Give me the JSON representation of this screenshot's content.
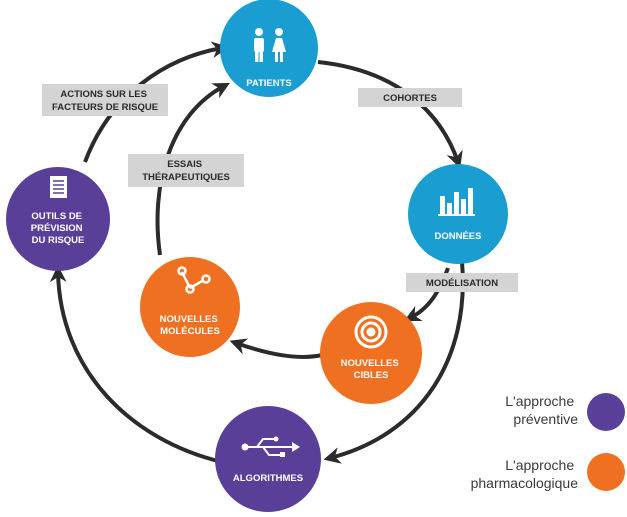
{
  "colors": {
    "blue": "#1a9dd0",
    "purple": "#5a3f99",
    "orange": "#f07021",
    "arrow": "#2b2b2b",
    "tag_bg": "#d4d4d4"
  },
  "nodes": {
    "patients": {
      "label": [
        "PATIENTS"
      ],
      "icon": "people-icon"
    },
    "donnees": {
      "label": [
        "DONNÉES"
      ],
      "icon": "bar-chart-icon"
    },
    "nouvelles_cibles": {
      "label": [
        "NOUVELLES",
        "CIBLES"
      ],
      "icon": "target-icon"
    },
    "algorithmes": {
      "label": [
        "ALGORITHMES"
      ],
      "icon": "usb-icon"
    },
    "outils_prevision": {
      "label": [
        "OUTILS DE",
        "PRÉVISION",
        "DU RISQUE"
      ],
      "icon": "document-icon"
    },
    "nouvelles_molecules": {
      "label": [
        "NOUVELLES",
        "MOLÉCULES"
      ],
      "icon": "molecule-icon"
    }
  },
  "tags": {
    "cohortes": [
      "COHORTES"
    ],
    "modelisation": [
      "MODÉLISATION"
    ],
    "actions": [
      "ACTIONS SUR LES",
      "FACTEURS DE RISQUE"
    ],
    "essais": [
      "ESSAIS",
      "THÉRAPEUTIQUES"
    ]
  },
  "legend": {
    "preventive": [
      "L'approche",
      "préventive"
    ],
    "pharmacologique": [
      "L'approche",
      "pharmacologique"
    ]
  }
}
